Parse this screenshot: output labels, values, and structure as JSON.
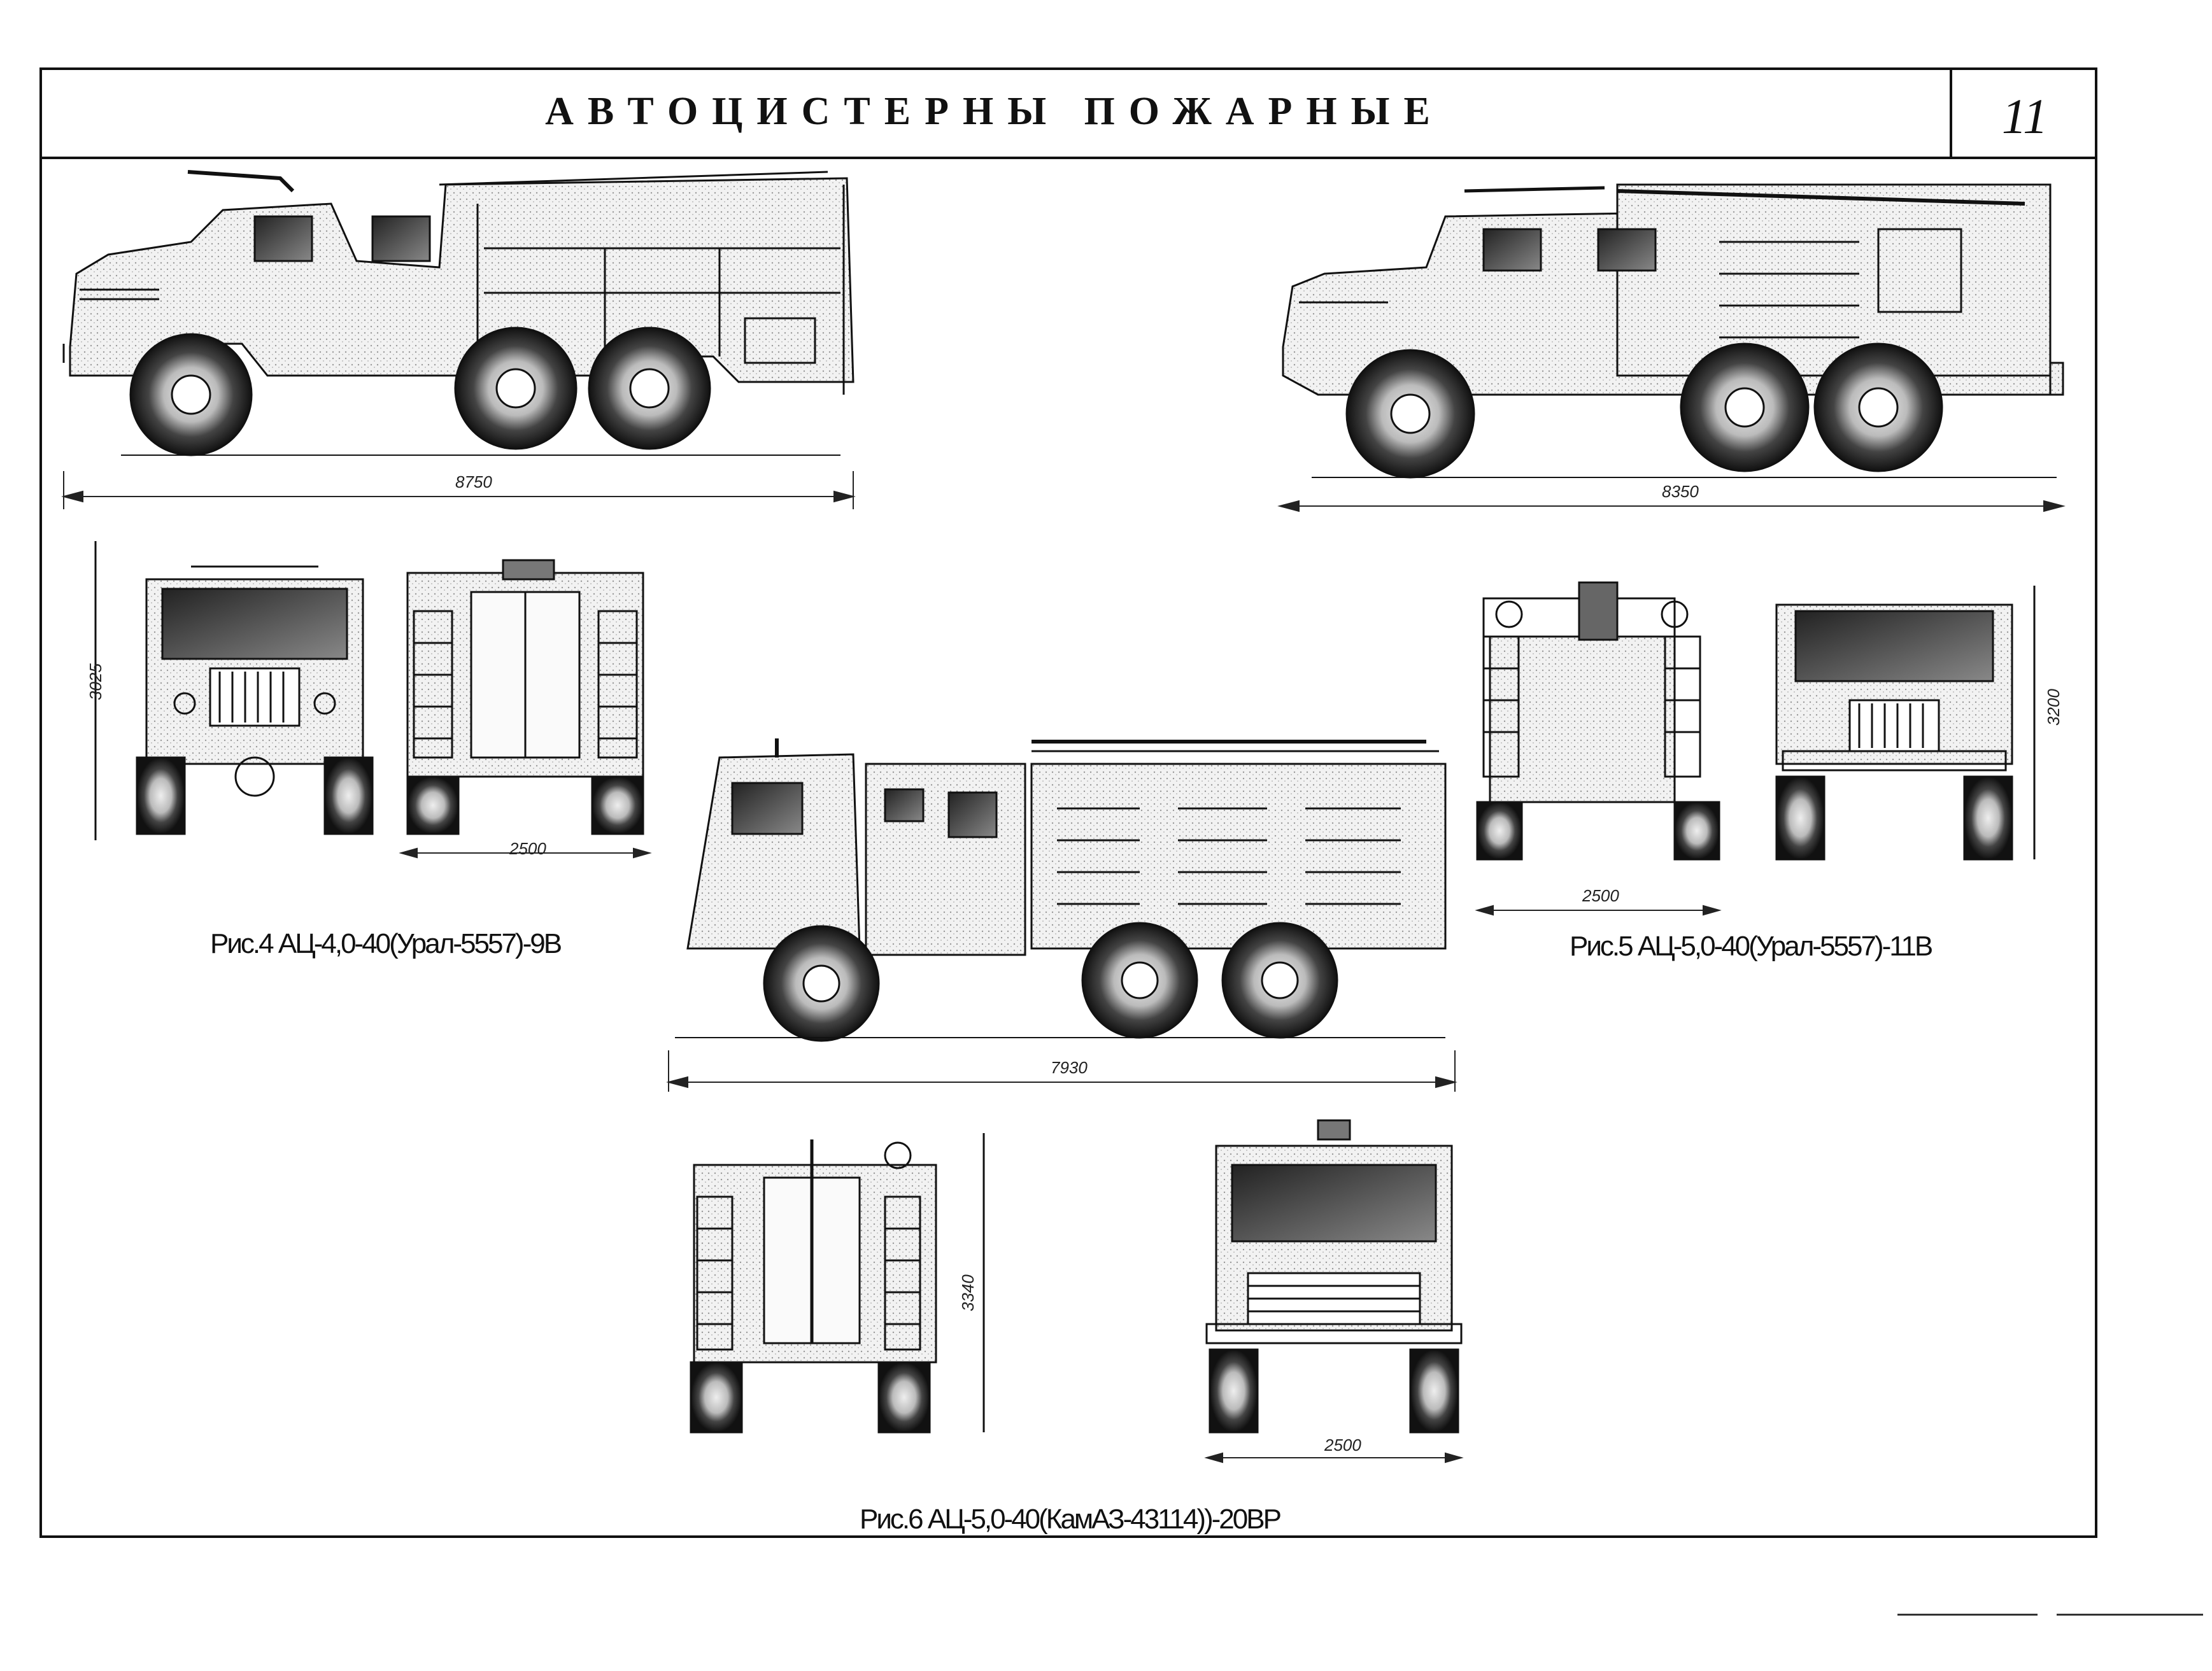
{
  "page": {
    "title": "АВТОЦИСТЕРНЫ ПОЖАРНЫЕ",
    "page_number": "11"
  },
  "figures": [
    {
      "id": "fig4",
      "caption": "Рис.4 АЦ-4,0-40(Урал-5557)-9В",
      "length": "8750",
      "height": "3025",
      "width": "2500"
    },
    {
      "id": "fig5",
      "caption": "Рис.5 АЦ-5,0-40(Урал-5557)-11В",
      "length": "8350",
      "height": "3200",
      "width": "2500"
    },
    {
      "id": "fig6",
      "caption": "Рис.6 АЦ-5,0-40(КамАЗ-43114))-20ВР",
      "length": "7930",
      "height": "3340",
      "width": "2500"
    }
  ],
  "colors": {
    "ink": "#111111",
    "tone": "#8a8a8a",
    "paper": "#ffffff"
  }
}
